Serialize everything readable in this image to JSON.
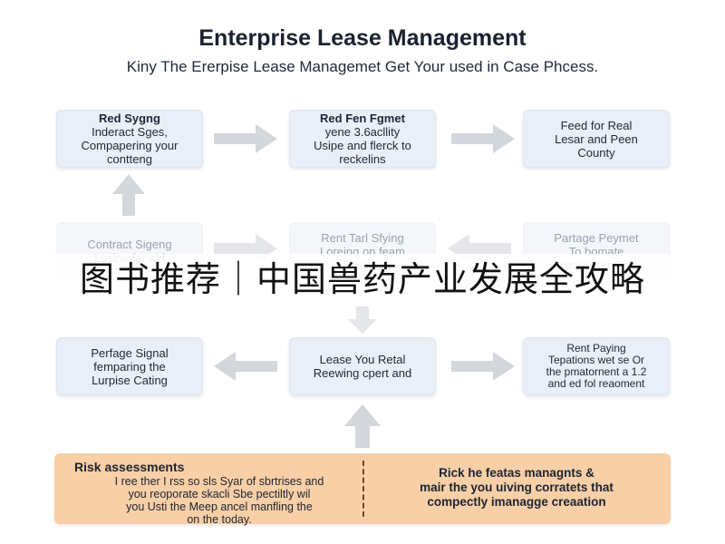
{
  "title": "Enterprise Lease Management",
  "subtitle": "Kiny The Ererpise Lease Managemet Get Your used in Case Phcess.",
  "overlay_title": "图书推荐｜中国兽药产业发展全攻略",
  "flow": {
    "row1": [
      {
        "head": "Red Sygng",
        "body": "Inderact Sges,\nCompapering your\ncontteng"
      },
      {
        "head": "Red Fen Fgmet",
        "body": "yene 3.6acllity\nUsipe and flerck to\nreckelins"
      },
      {
        "head": "",
        "body": "Feed for Real\nLesar and Peen\nCounty"
      }
    ],
    "row2": [
      {
        "head": "",
        "body": "Contract Sigeng\nLusine far ahl"
      },
      {
        "head": "",
        "body": "Rent Tarl Sfying\nLoreing on feam\nimpeanling"
      },
      {
        "head": "",
        "body": "Partage Peymet\nTo bomate\nIncloieser Fut"
      }
    ],
    "row3": [
      {
        "head": "",
        "body": "Perfage Signal\nfemparing the\nLurpise Cating"
      },
      {
        "head": "",
        "body": "Lease You Retal\nReewing cpert and"
      },
      {
        "head": "",
        "body": "Rent Paying\nTepations wet se Or\nthe pmatornent a 1.2\nand ed fol reaoment"
      }
    ]
  },
  "risk": {
    "left_title": "Risk assessments",
    "left_body": "I ree ther I rss so sls Syar of sbrtrises and\nyou reoporate skacli Sbe pectiltly wil\nyou Usti the Meep ancel manfling the\non the today.",
    "right_body": "Rick he featas managnts &\nmair the you uiving corratets that\ncompectly imanagge creaation"
  }
}
